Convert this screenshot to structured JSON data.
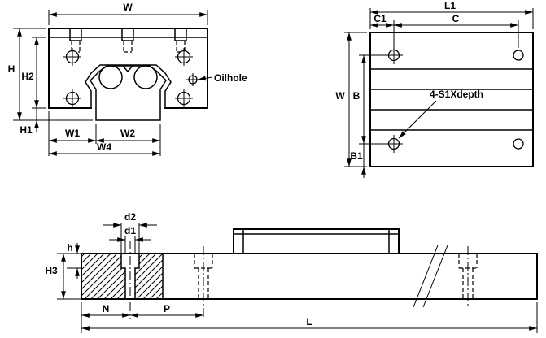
{
  "page": {
    "background_color": "#ffffff",
    "ink_color": "#000000"
  },
  "front_view": {
    "labels": {
      "w": "W",
      "h": "H",
      "h2": "H2",
      "h1": "H1",
      "w1": "W1",
      "w2": "W2",
      "w4": "W4",
      "oilhole": "Oilhole"
    }
  },
  "top_view": {
    "labels": {
      "l1": "L1",
      "c1": "C1",
      "c": "C",
      "w": "W",
      "b": "B",
      "b1": "B1",
      "screw_note": "4-S1Xdepth"
    }
  },
  "side_view": {
    "labels": {
      "d2": "d2",
      "d1": "d1",
      "h": "h",
      "h3": "H3",
      "n": "N",
      "p": "P",
      "l": "L"
    }
  }
}
